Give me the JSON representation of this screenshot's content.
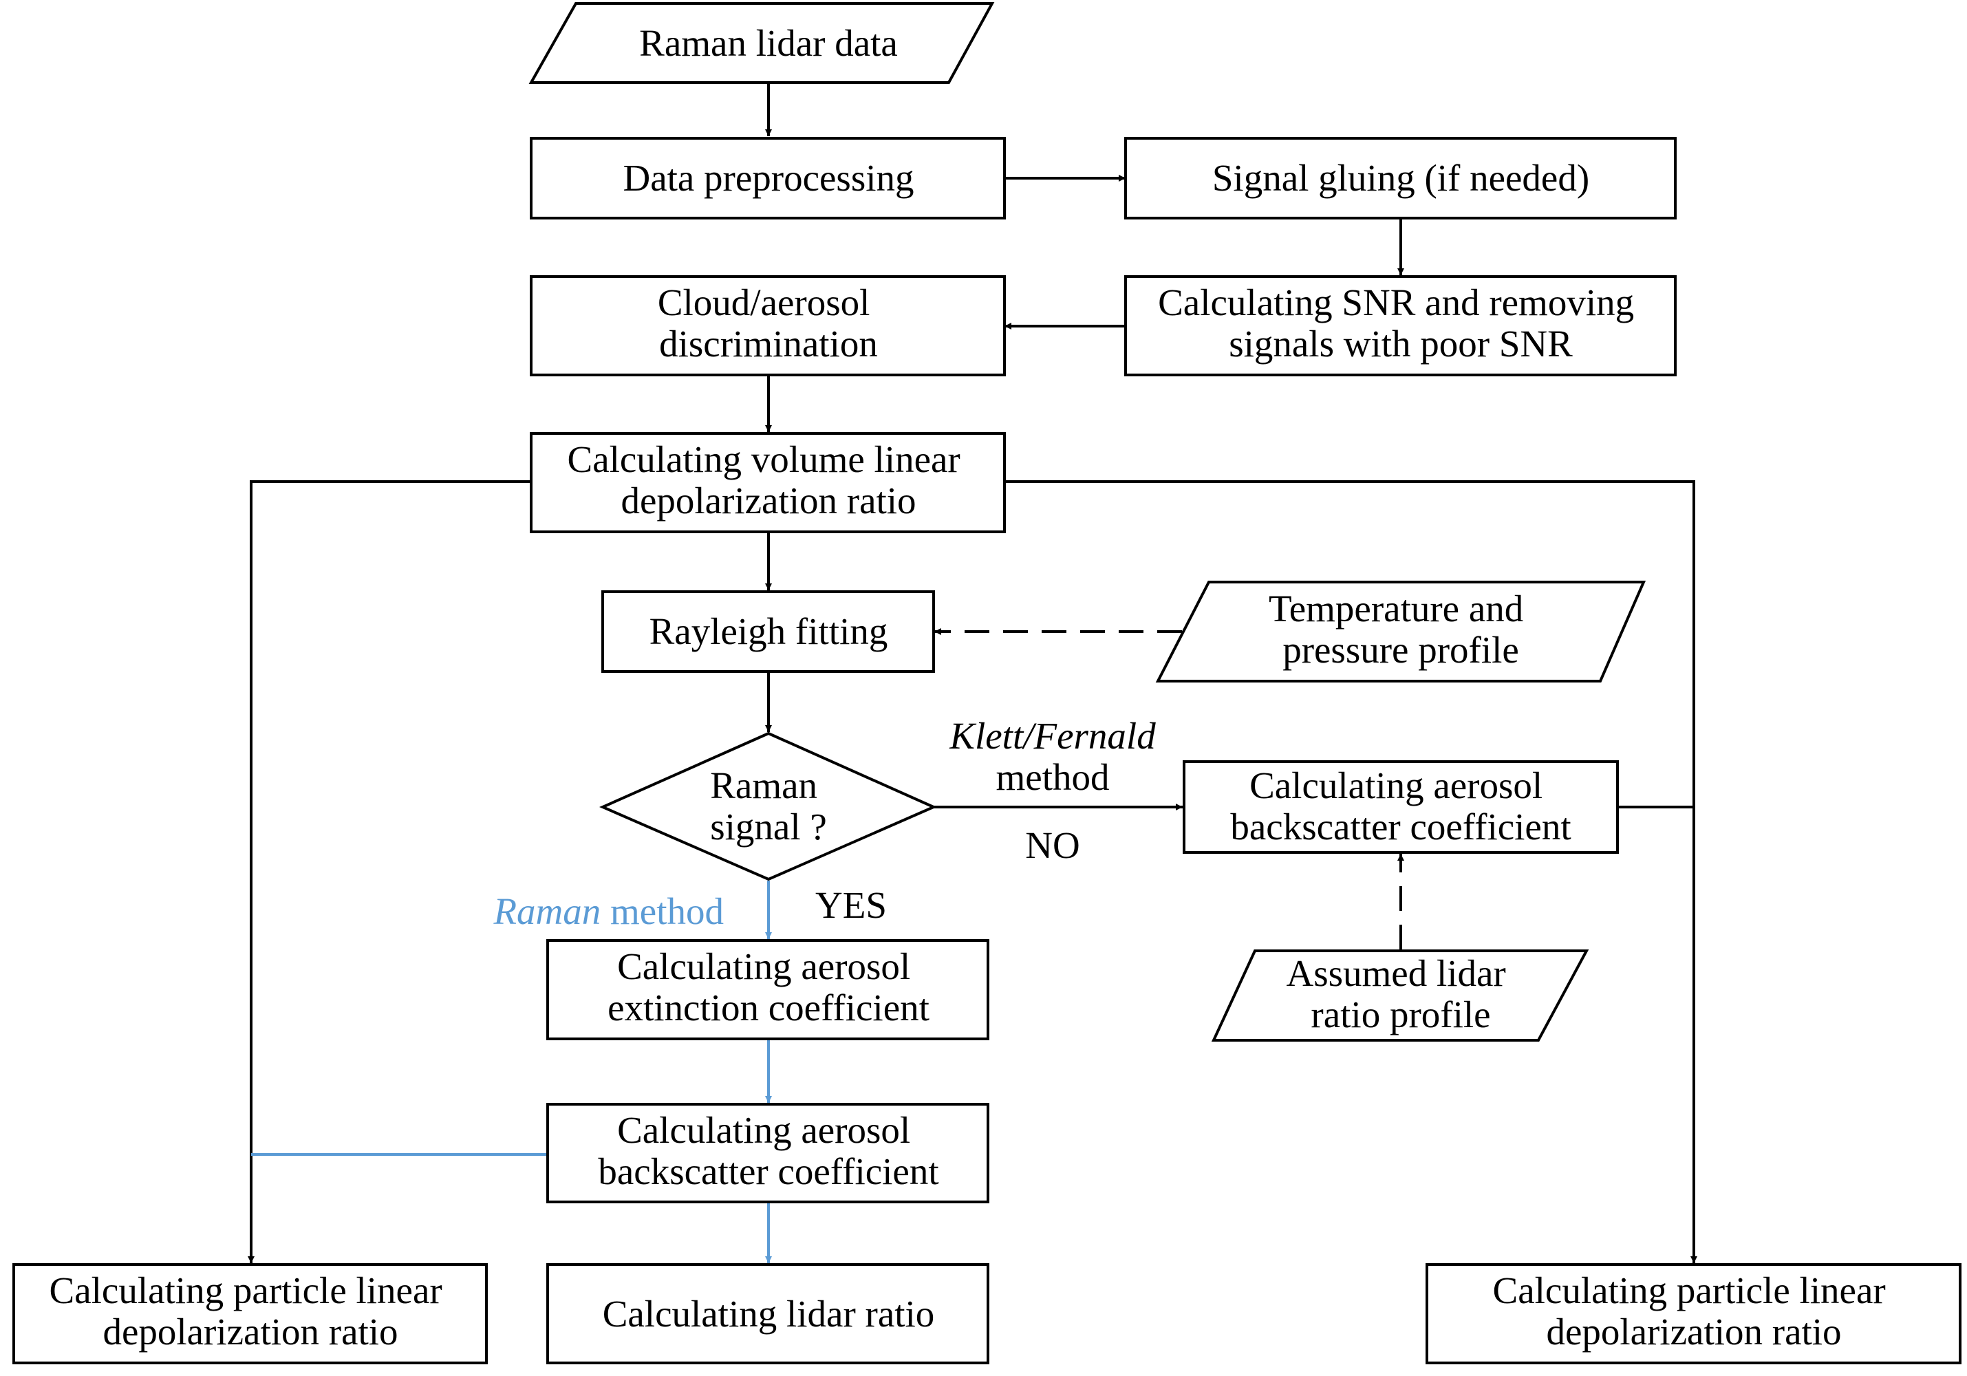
{
  "nodes": {
    "raman_lidar_data": {
      "lines": [
        "Raman lidar data"
      ]
    },
    "data_preprocessing": {
      "lines": [
        "Data preprocessing"
      ]
    },
    "signal_gluing": {
      "lines": [
        "Signal gluing (if needed)"
      ]
    },
    "snr": {
      "lines": [
        "Calculating SNR and removing",
        "signals with poor SNR"
      ]
    },
    "cloud_aerosol": {
      "lines": [
        "Cloud/aerosol",
        "discrimination"
      ]
    },
    "volume_ldr": {
      "lines": [
        "Calculating volume linear",
        "depolarization ratio"
      ]
    },
    "rayleigh": {
      "lines": [
        "Rayleigh fitting"
      ]
    },
    "temp_pressure": {
      "lines": [
        "Temperature and",
        "pressure profile"
      ]
    },
    "decision": {
      "lines": [
        "Raman",
        "signal ?"
      ]
    },
    "backscatter_klett": {
      "lines": [
        "Calculating aerosol",
        "backscatter coefficient"
      ]
    },
    "assumed_lidar_ratio": {
      "lines": [
        "Assumed lidar",
        "ratio profile"
      ]
    },
    "extinction": {
      "lines": [
        "Calculating aerosol",
        "extinction coefficient"
      ]
    },
    "backscatter_raman": {
      "lines": [
        "Calculating aerosol",
        "backscatter coefficient"
      ]
    },
    "particle_ldr_left": {
      "lines": [
        "Calculating particle linear",
        "depolarization ratio"
      ]
    },
    "lidar_ratio": {
      "lines": [
        "Calculating lidar ratio"
      ]
    },
    "particle_ldr_right": {
      "lines": [
        "Calculating particle linear",
        "depolarization ratio"
      ]
    }
  },
  "labels": {
    "klett_italic": "Klett/Fernald",
    "klett_method": "method",
    "no": "NO",
    "yes": "YES",
    "raman_italic": "Raman",
    "raman_method": " method"
  },
  "colors": {
    "line": "#000000",
    "raman_path": "#5b9bd5"
  }
}
